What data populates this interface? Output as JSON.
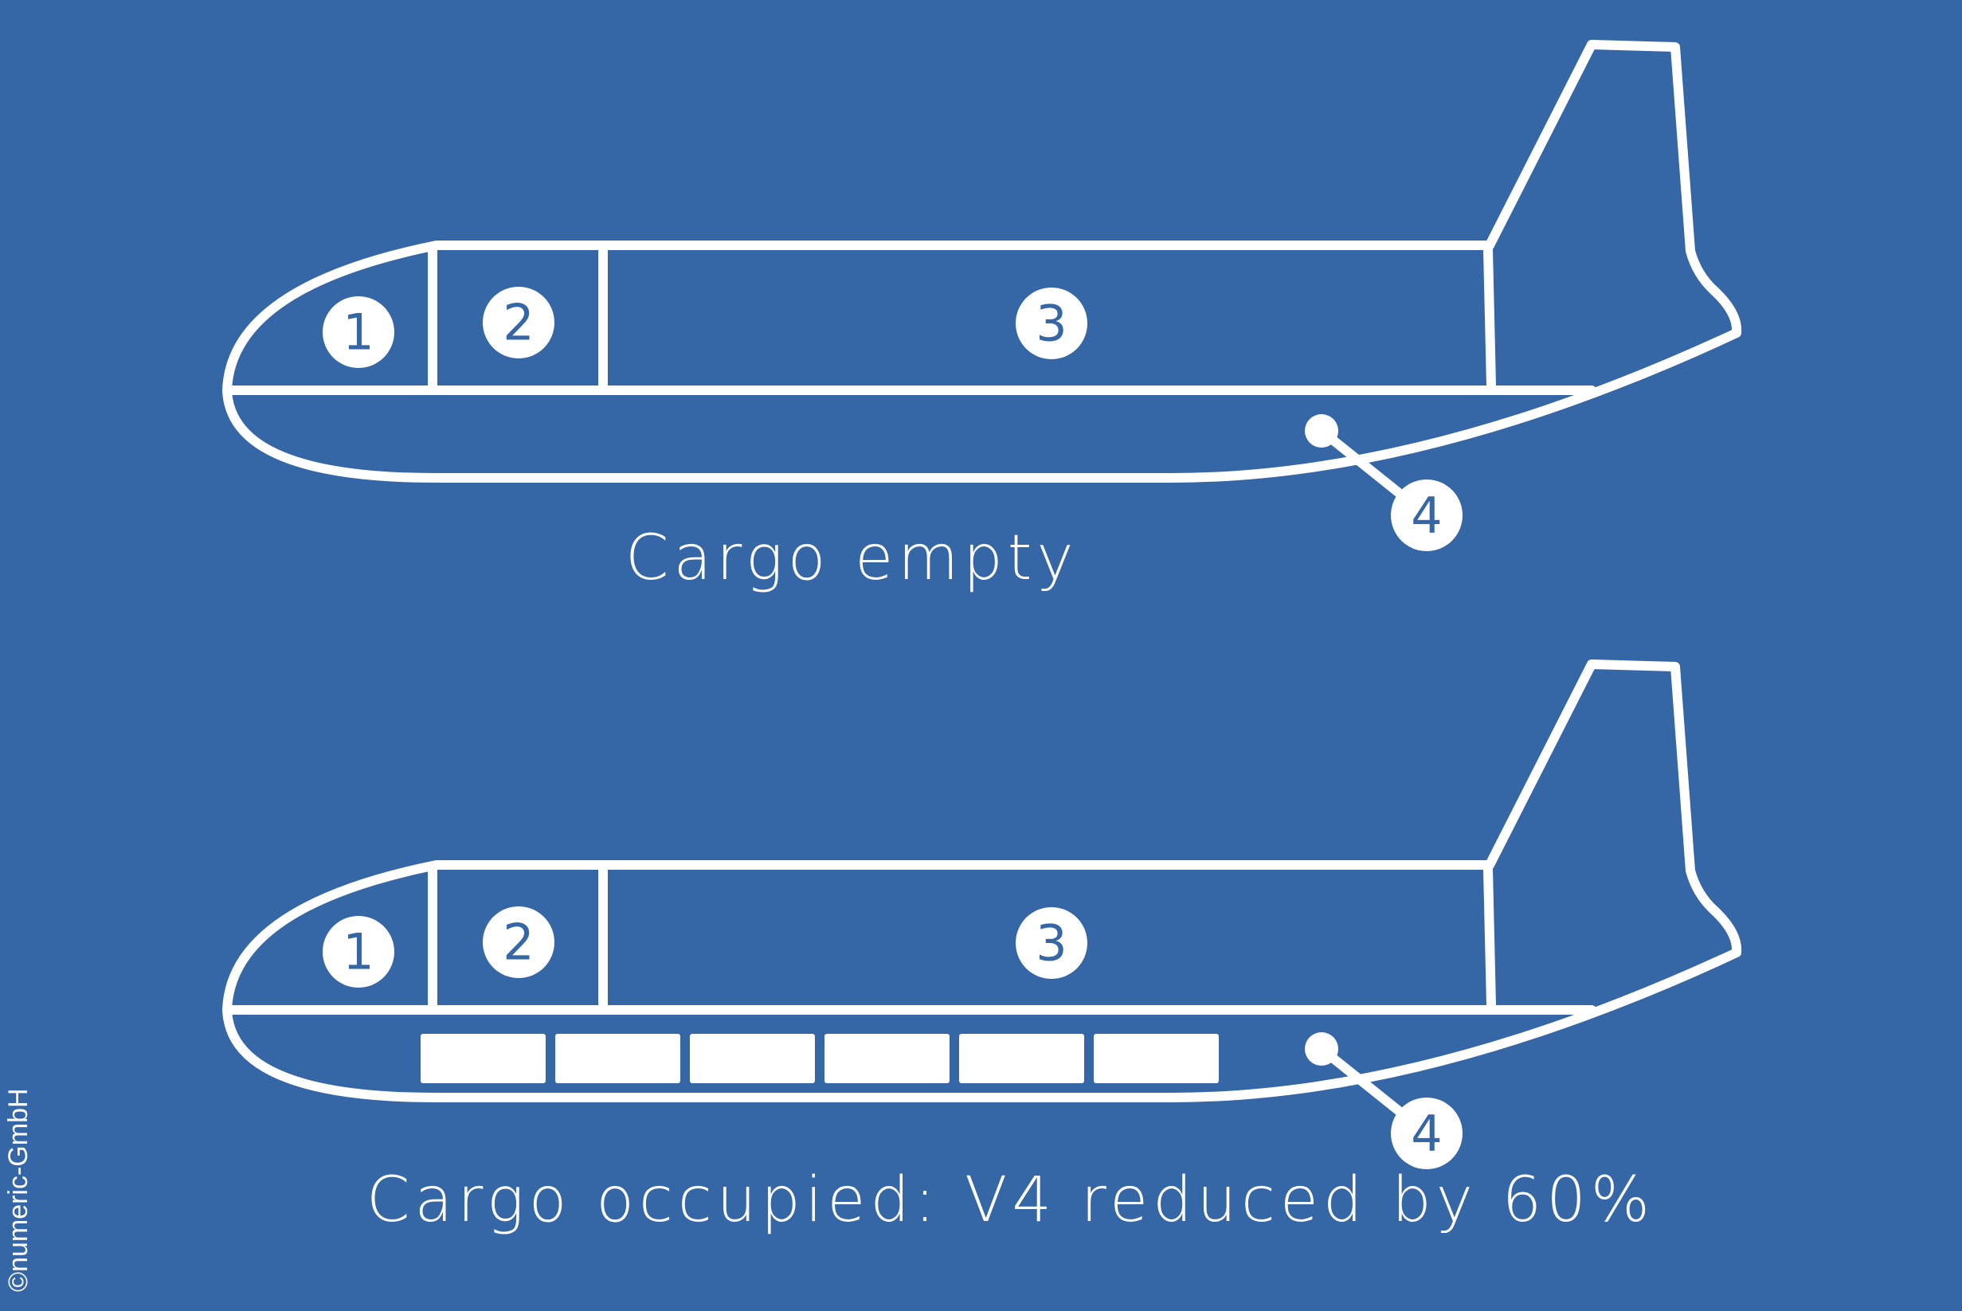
{
  "diagrams": [
    {
      "caption": "Cargo empty",
      "compartments": [
        "1",
        "2",
        "3"
      ],
      "pointer_label": "4"
    },
    {
      "caption": "Cargo occupied: V4 reduced by 60%",
      "compartments": [
        "1",
        "2",
        "3"
      ],
      "pointer_label": "4",
      "cargo_blocks": 6
    }
  ],
  "copyright": "©numeric-GmbH",
  "colors": {
    "background": "#3566a6",
    "foreground": "#ffffff"
  }
}
